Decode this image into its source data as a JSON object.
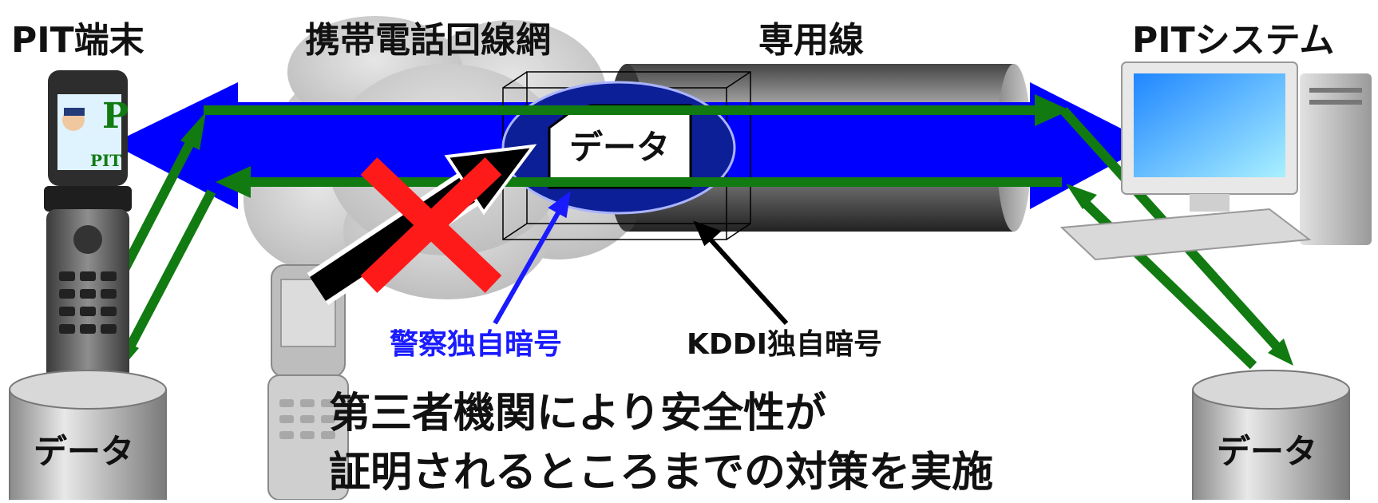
{
  "labels": {
    "pit_terminal": "PIT端末",
    "cellular_network": "携帯電話回線網",
    "dedicated_line": "専用線",
    "pit_system": "PITシステム",
    "packet_data": "データ",
    "police_encryption": "警察独自暗号",
    "kddi_encryption": "KDDI独自暗号",
    "statement_line1": "第三者機関により安全性が",
    "statement_line2": "証明されるところまでの対策を実施",
    "left_db": "データ",
    "right_db": "データ"
  },
  "phone_screen_logo": "PIT",
  "colors": {
    "channel_blue": "#0000ff",
    "flow_green": "#117a11",
    "police_label": "#1a1aff",
    "ellipse_fill": "#0d1f96",
    "block_cross": "#ff1a1a",
    "attack_arrow": "#000000"
  },
  "icons": [
    "pit-terminal-phone-icon",
    "cloud-icon",
    "pipe-icon",
    "desktop-computer-icon",
    "attacker-phone-icon",
    "database-cylinder-icon"
  ]
}
